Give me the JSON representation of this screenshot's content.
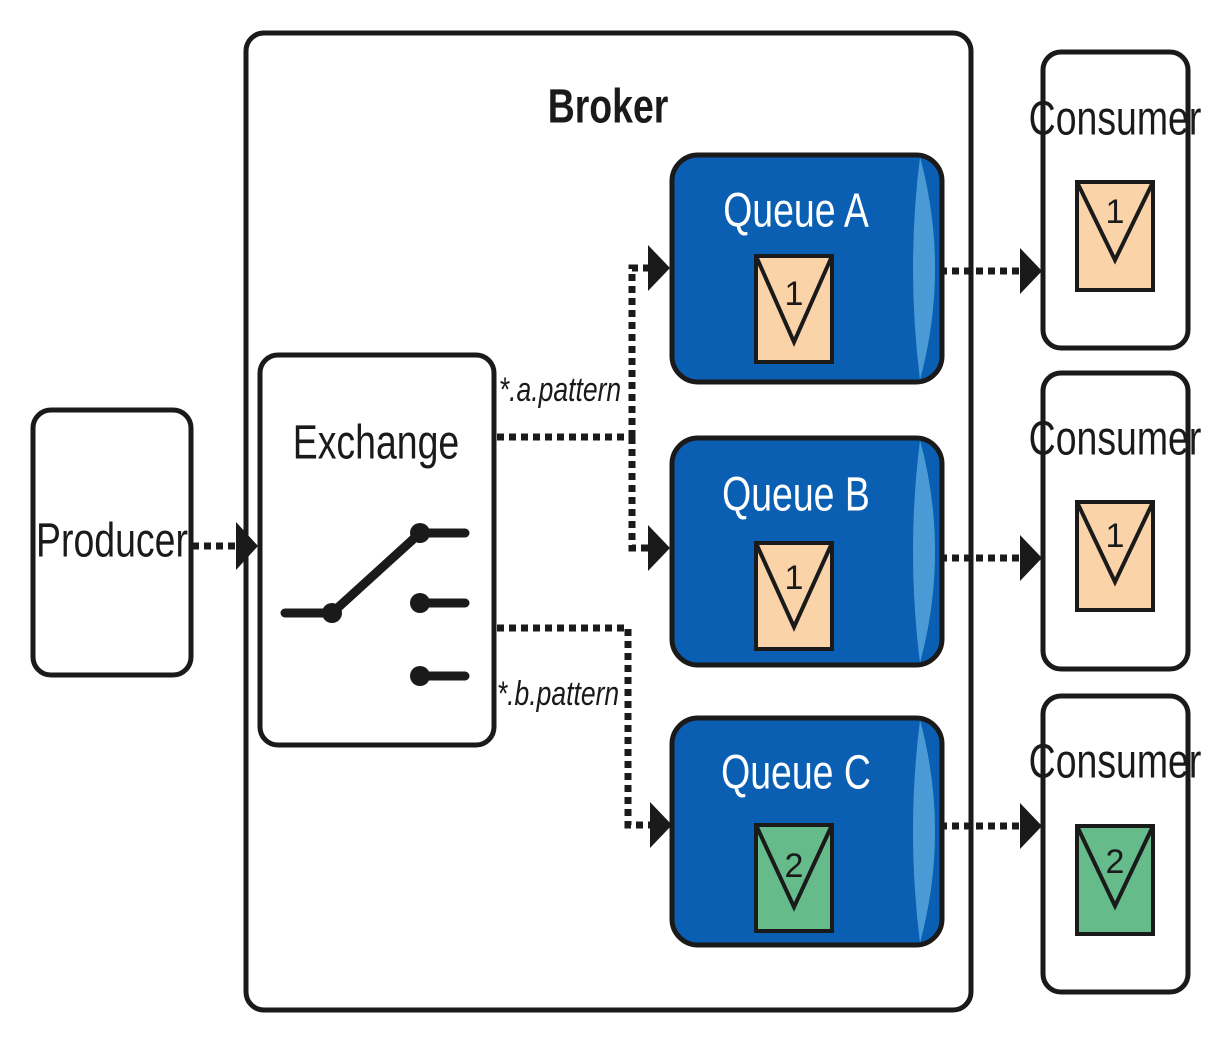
{
  "producer": {
    "label": "Producer"
  },
  "broker": {
    "label": "Broker"
  },
  "exchange": {
    "label": "Exchange"
  },
  "routes": [
    {
      "pattern": "*.a.pattern"
    },
    {
      "pattern": "*.b.pattern"
    }
  ],
  "queues": [
    {
      "label": "Queue A",
      "message": "1"
    },
    {
      "label": "Queue B",
      "message": "1"
    },
    {
      "label": "Queue C",
      "message": "2"
    }
  ],
  "consumers": [
    {
      "label": "Consumer",
      "message": "1"
    },
    {
      "label": "Consumer",
      "message": "1"
    },
    {
      "label": "Consumer",
      "message": "2"
    }
  ],
  "colors": {
    "queue_fill": "#0b5fb3",
    "queue_end": "#4a9bd5",
    "message_orange": "#fad3a8",
    "message_green": "#65bb8a",
    "stroke": "#1a1a1a"
  }
}
